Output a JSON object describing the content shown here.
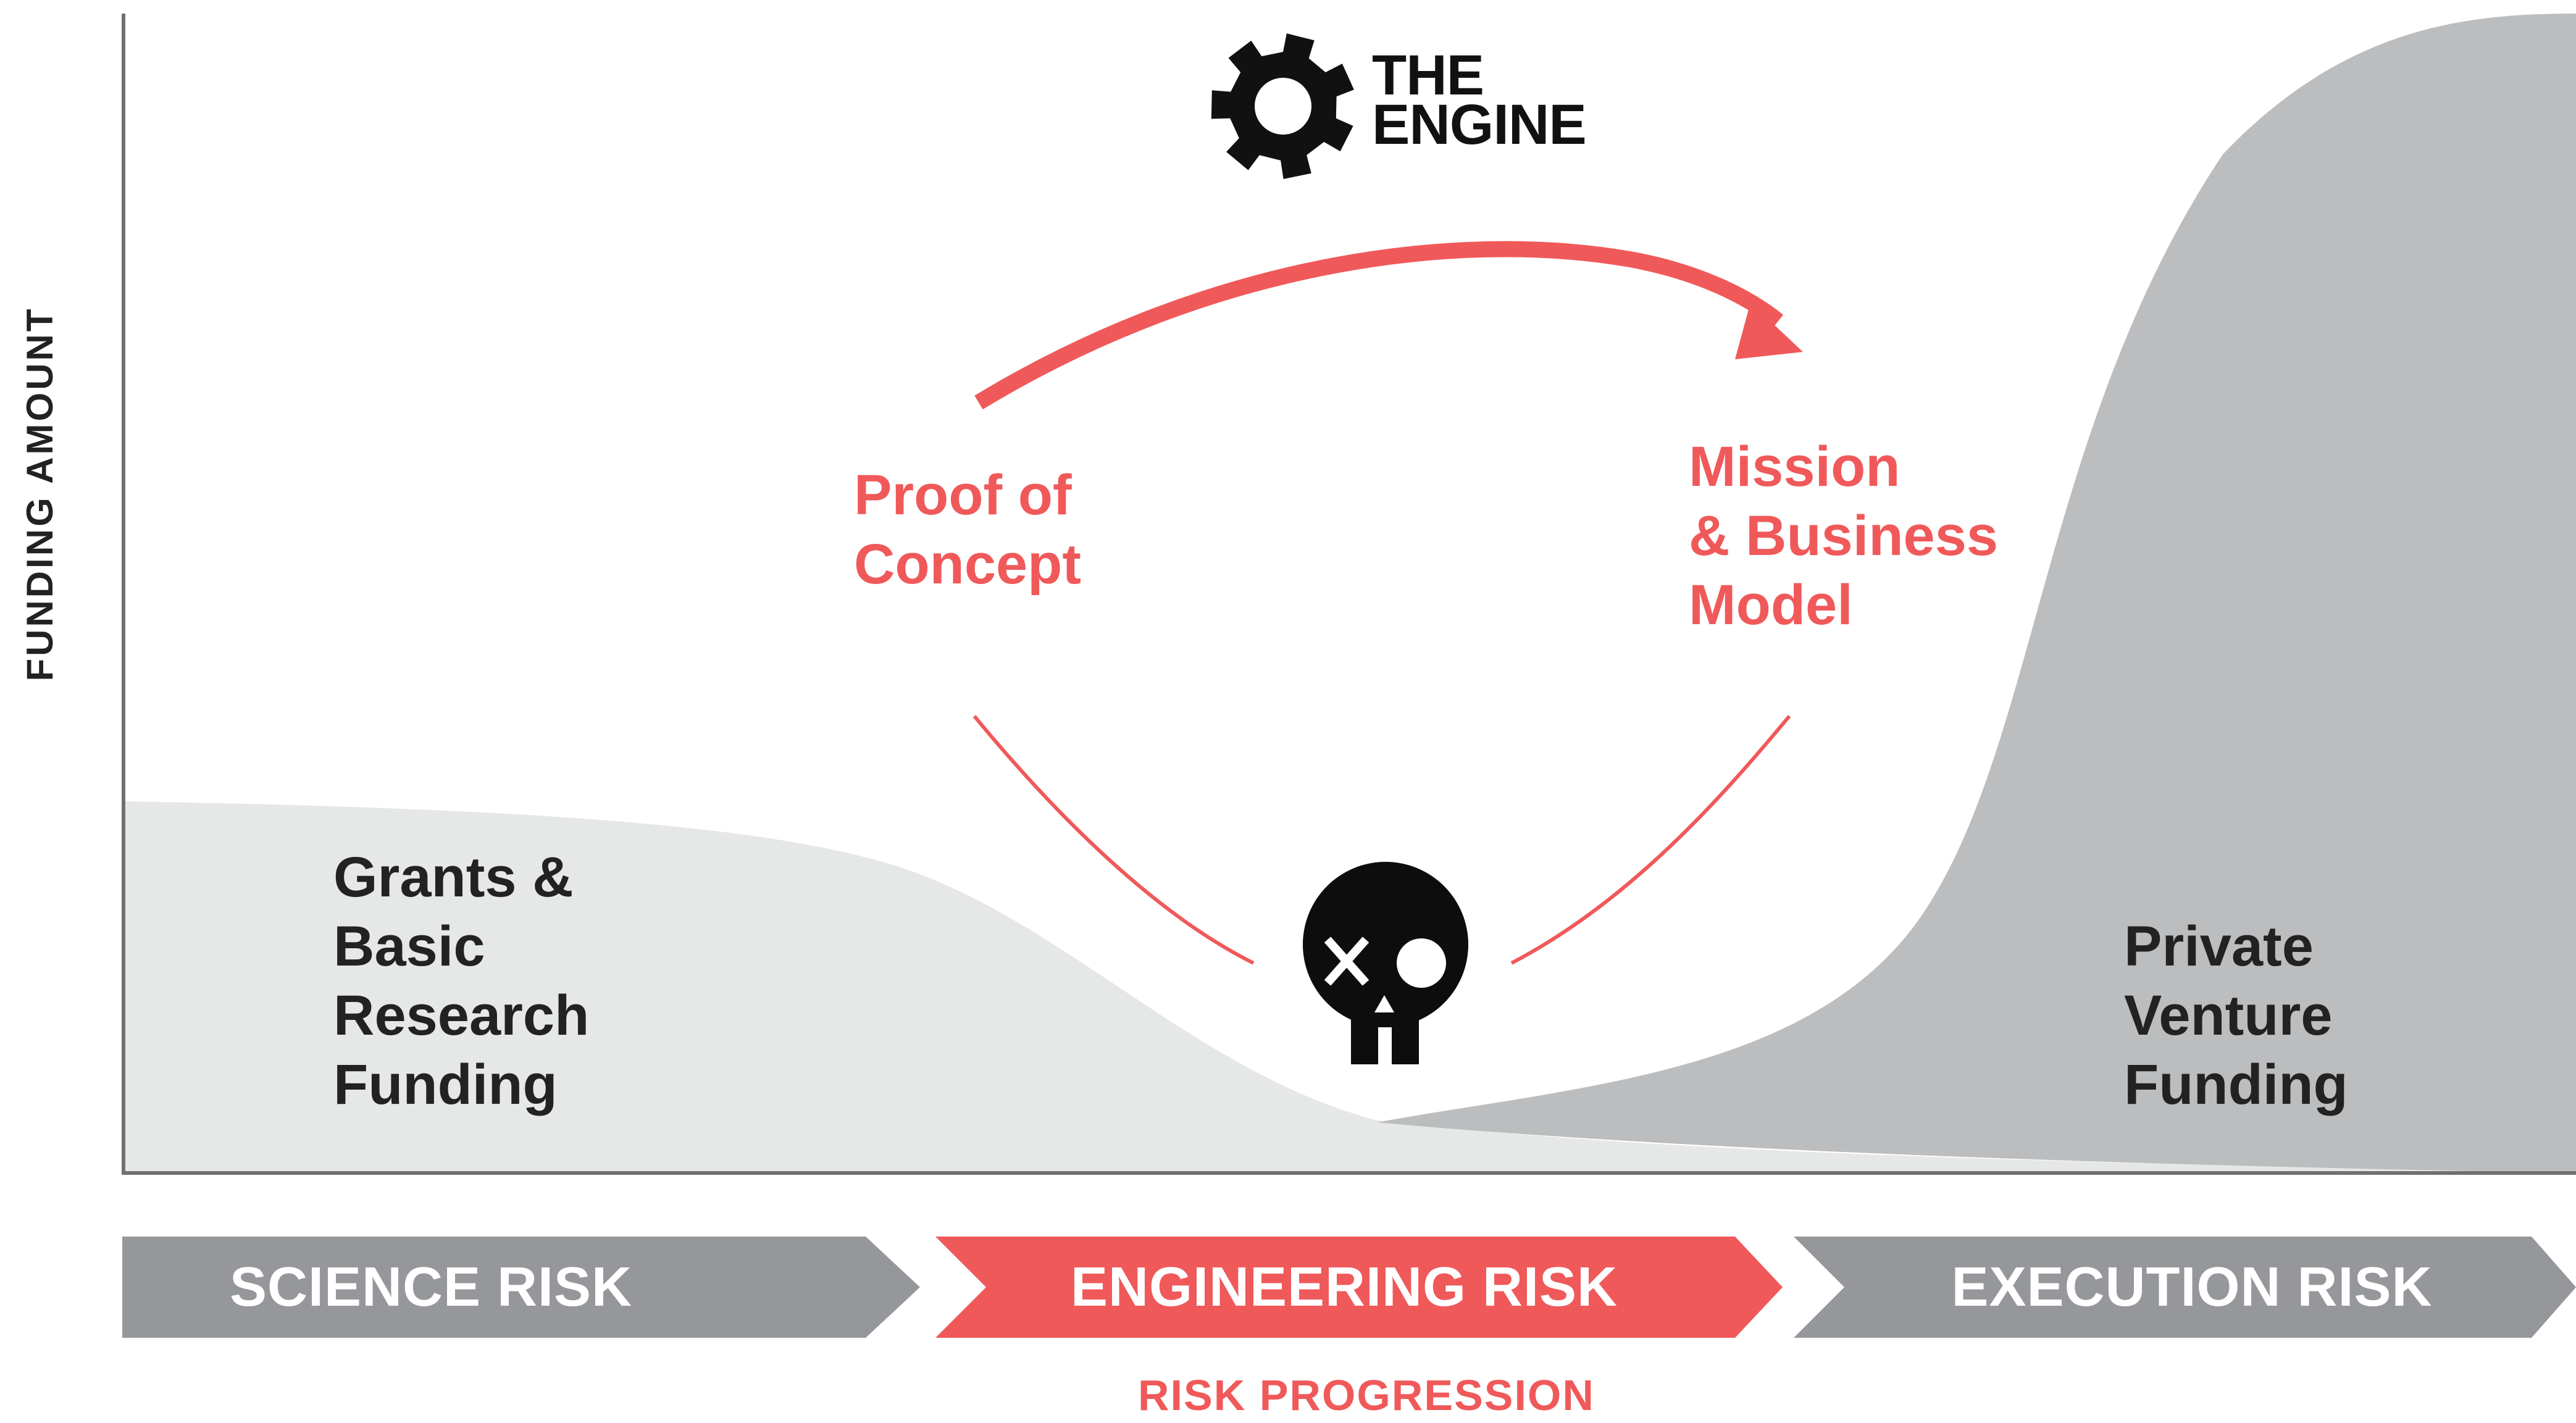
{
  "logo": {
    "icon": "engine-gear-icon",
    "line1": "THE",
    "line2": "ENGINE"
  },
  "axes": {
    "y_label": "FUNDING AMOUNT",
    "x_label": "RISK PROGRESSION"
  },
  "regions": {
    "grants": [
      "Grants &",
      "Basic",
      "Research",
      "Funding"
    ],
    "private": [
      "Private",
      "Venture",
      "Funding"
    ]
  },
  "milestones": {
    "proof": [
      "Proof of",
      "Concept"
    ],
    "mission": [
      "Mission",
      "& Business",
      "Model"
    ]
  },
  "stages": [
    {
      "label": "SCIENCE RISK",
      "color": "#96979b"
    },
    {
      "label": "ENGINEERING RISK",
      "color": "#f0595a"
    },
    {
      "label": "EXECUTION RISK",
      "color": "#96979b"
    }
  ],
  "death_icon": "skull-icon",
  "arrow_icon": "curved-arrow-icon",
  "colors": {
    "accent": "#f0595a",
    "grant_area": "#e6e7e7",
    "venture_area": "#bcbdbf",
    "text": "#222222"
  }
}
